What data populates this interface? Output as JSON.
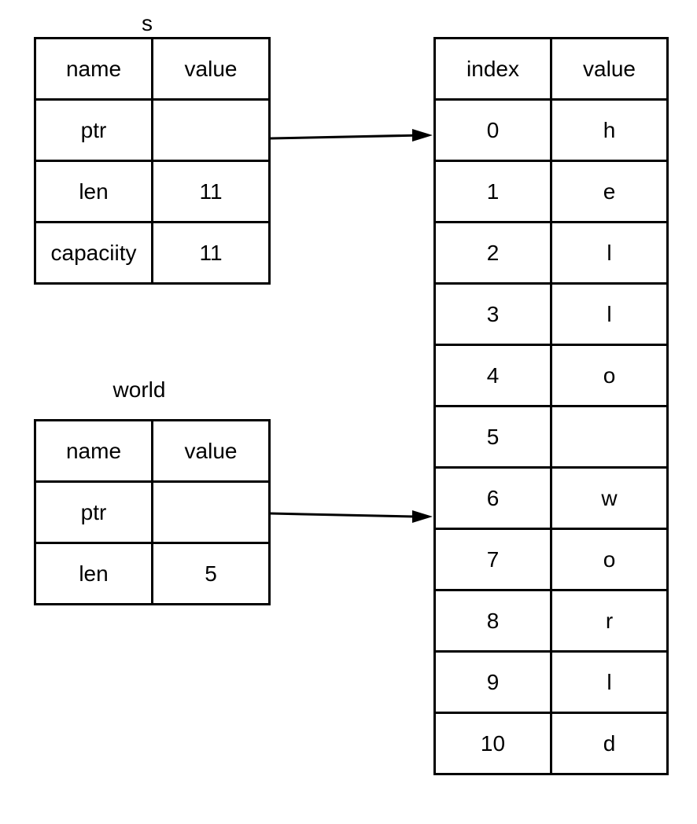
{
  "s": {
    "title": "s",
    "header": [
      "name",
      "value"
    ],
    "rows": [
      [
        "ptr",
        ""
      ],
      [
        "len",
        "11"
      ],
      [
        "capaciity",
        "11"
      ]
    ]
  },
  "world": {
    "title": "world",
    "header": [
      "name",
      "value"
    ],
    "rows": [
      [
        "ptr",
        ""
      ],
      [
        "len",
        "5"
      ]
    ]
  },
  "heap": {
    "header": [
      "index",
      "value"
    ],
    "rows": [
      [
        "0",
        "h"
      ],
      [
        "1",
        "e"
      ],
      [
        "2",
        "l"
      ],
      [
        "3",
        "l"
      ],
      [
        "4",
        "o"
      ],
      [
        "5",
        ""
      ],
      [
        "6",
        "w"
      ],
      [
        "7",
        "o"
      ],
      [
        "8",
        "r"
      ],
      [
        "9",
        "l"
      ],
      [
        "10",
        "d"
      ]
    ]
  },
  "arrows": [
    {
      "from": "s.ptr",
      "to_index": 0
    },
    {
      "from": "world.ptr",
      "to_index": 6
    }
  ]
}
